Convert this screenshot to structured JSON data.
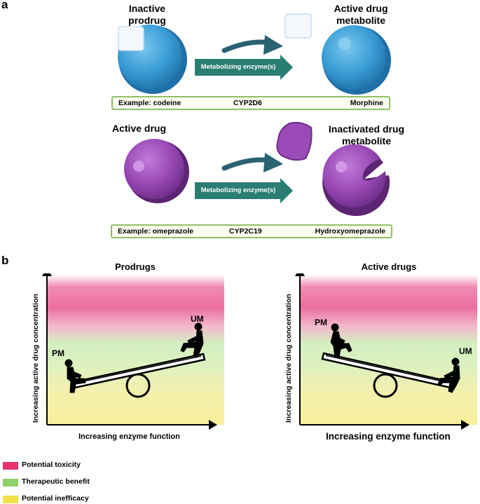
{
  "panel_a": {
    "letter": "a",
    "row1": {
      "left_title": "Inactive\nprodrug",
      "right_title": "Active drug\nmetabolite",
      "arrow_label": "Metabolizing enzyme(s)",
      "example": {
        "drug": "Example: codeine",
        "enzyme": "CYP2D6",
        "metabolite": "Morphine"
      }
    },
    "row2": {
      "left_title": "Active drug",
      "right_title": "Inactivated drug\nmetabolite",
      "arrow_label": "Metabolizing enzyme(s)",
      "example": {
        "drug": "Example: omeprazole",
        "enzyme": "CYP2C19",
        "metabolite": "Hydroxyomeprazole"
      }
    }
  },
  "panel_b": {
    "letter": "b",
    "left_chart": {
      "title": "Prodrugs",
      "ylabel": "Increasing active drug concentration",
      "xlabel": "Increasing enzyme function",
      "low_label": "PM",
      "high_label": "UM"
    },
    "right_chart": {
      "title": "Active drugs",
      "ylabel": "Increasing active drug concentration",
      "xlabel": "Increasing enzyme function",
      "high_label": "PM",
      "low_label": "UM"
    }
  },
  "legend": [
    {
      "label": "Potential toxicity",
      "color": "#e8336f"
    },
    {
      "label": "Therapeutic benefit",
      "color": "#8fd16a"
    },
    {
      "label": "Potential inefficacy",
      "color": "#f2e24a"
    }
  ],
  "colors": {
    "blue_sphere": "#3a9fd6",
    "purple_sphere": "#9b4bb8",
    "enzyme_arrow": "#2a7d72",
    "toxicity": "#e8336f",
    "benefit": "#c9ecb4",
    "inefficacy": "#f5ee8e"
  }
}
